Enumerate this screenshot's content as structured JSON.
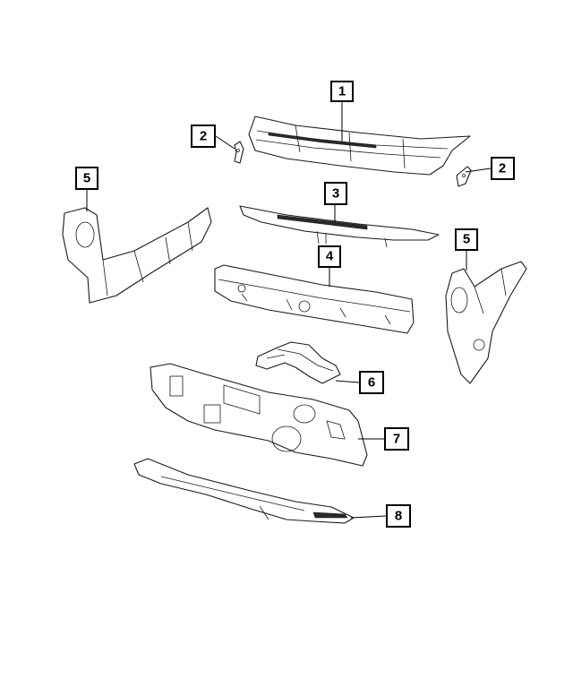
{
  "callouts": [
    {
      "id": "c1",
      "label": "1"
    },
    {
      "id": "c2a",
      "label": "2"
    },
    {
      "id": "c2b",
      "label": "2"
    },
    {
      "id": "c3",
      "label": "3"
    },
    {
      "id": "c4",
      "label": "4"
    },
    {
      "id": "c5a",
      "label": "5"
    },
    {
      "id": "c5b",
      "label": "5"
    },
    {
      "id": "c6",
      "label": "6"
    },
    {
      "id": "c7",
      "label": "7"
    },
    {
      "id": "c8",
      "label": "8"
    }
  ]
}
